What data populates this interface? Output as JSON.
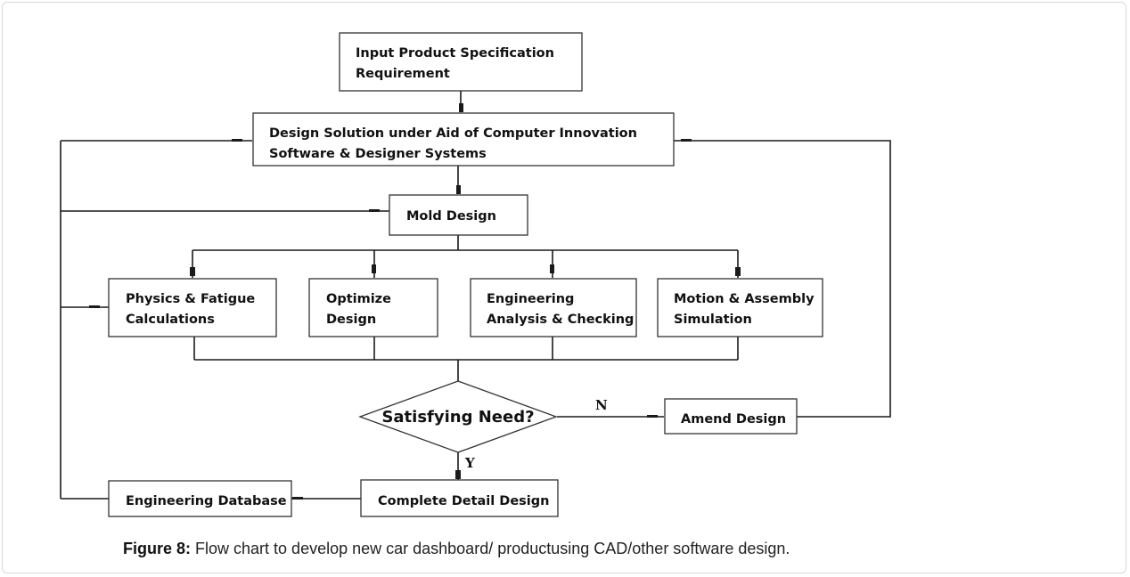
{
  "nodes": {
    "input_spec": [
      "Input Product Specification",
      "Requirement"
    ],
    "design_solution": [
      "Design Solution under Aid of Computer Innovation",
      "Software & Designer Systems"
    ],
    "mold_design": [
      "Mold Design"
    ],
    "physics": [
      "Physics & Fatigue",
      "Calculations"
    ],
    "optimize": [
      "Optimize",
      "Design"
    ],
    "engineering": [
      "Engineering",
      "Analysis & Checking"
    ],
    "motion": [
      "Motion & Assembly",
      "Simulation"
    ],
    "decision": [
      "Satisfying Need?"
    ],
    "amend": [
      "Amend Design"
    ],
    "eng_db": [
      "Engineering Database"
    ],
    "complete": [
      "Complete Detail Design"
    ]
  },
  "edge_labels": {
    "no": "N",
    "yes": "Y"
  },
  "caption": {
    "label": "Figure 8:",
    "text": " Flow chart to develop new car dashboard/ productusing CAD/other software design."
  }
}
